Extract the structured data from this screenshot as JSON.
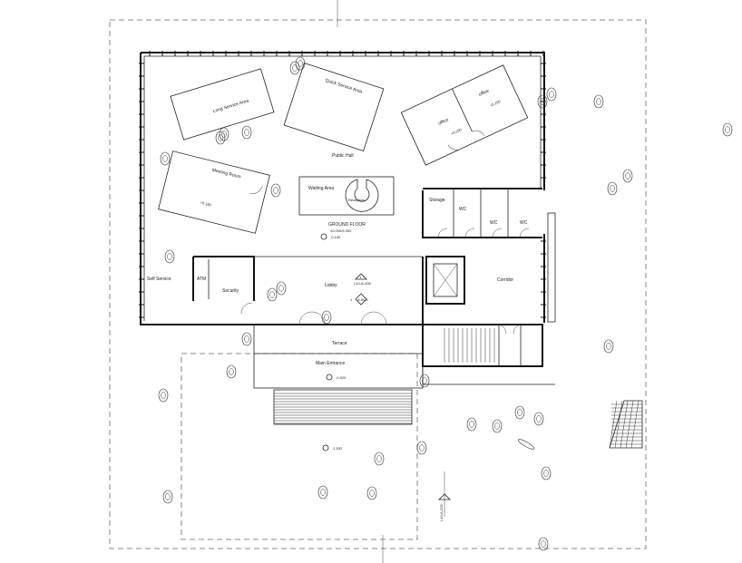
{
  "rooms": {
    "long_service_area": "Long Service Area",
    "quick_service_area": "Quick Service Area",
    "office_1": "office",
    "office_2": "office",
    "public_hall": "Public Hall",
    "meeting_room": "Meeting Room",
    "waiting_area": "Waiting Area",
    "reception": "Reception",
    "storage": "Storage",
    "wc_1": "WC",
    "wc_2": "WC",
    "wc_3": "WC",
    "self_service": "Self Service",
    "atm": "ATM",
    "security": "Security",
    "lobby": "Lobby",
    "corridor": "Corridor",
    "terrace": "Terrace",
    "main_entrance": "Main Entrance"
  },
  "floor": {
    "title": "GROUND FLOOR",
    "elevation": "±0.000/5.300",
    "level": "-0.150"
  },
  "levels": {
    "office": "+0.150",
    "office_2": "+0.150",
    "meeting": "+0.150",
    "main_entrance": "-0.320",
    "plaza": "-1.532"
  },
  "section_marks": {
    "lobby_top": "1",
    "lobby_top_ref": "L10-A-205",
    "lobby_side": "1",
    "lobby_side_ref": "A-IN-5",
    "south": "L10-A-205"
  }
}
